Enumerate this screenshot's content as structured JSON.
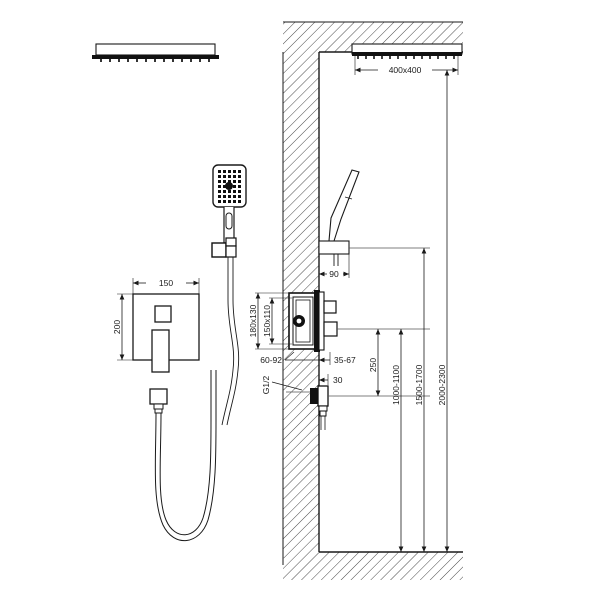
{
  "drawing": {
    "title": "concealed-shower-system-technical-drawing",
    "line_color": "#1a1a1a",
    "hatch_color": "#4a4a4a",
    "fill_color": "#ffffff",
    "dark_fill": "#111111"
  },
  "dimensions": {
    "ceiling_head_size": "400x400",
    "faceplate_width": "150",
    "faceplate_height": "200",
    "bracket_projection": "90",
    "valve_outer": "180x130",
    "valve_inner": "150x110",
    "wall_depth_range": "60-92",
    "valve_projection_range": "35-67",
    "thread_size": "G1/2",
    "outlet_projection": "30",
    "outlet_to_valve": "250",
    "valve_height_range": "1000-1100",
    "bracket_height_range": "1500-1700",
    "ceiling_head_height_range": "2000-2300"
  },
  "components": {
    "ceiling_shower_head": "ceiling-shower-head",
    "hand_shower": "hand-shower-head",
    "hand_shower_bracket": "hand-shower-wall-bracket",
    "mixer_faceplate": "mixer-valve-faceplate",
    "diverter_button": "diverter-button",
    "lever_handle": "lever-handle",
    "concealed_valve_body": "concealed-valve-body",
    "wall_outlet_elbow": "wall-outlet-elbow",
    "shower_hose": "flexible-shower-hose",
    "hose_connector": "hose-wall-connector"
  }
}
